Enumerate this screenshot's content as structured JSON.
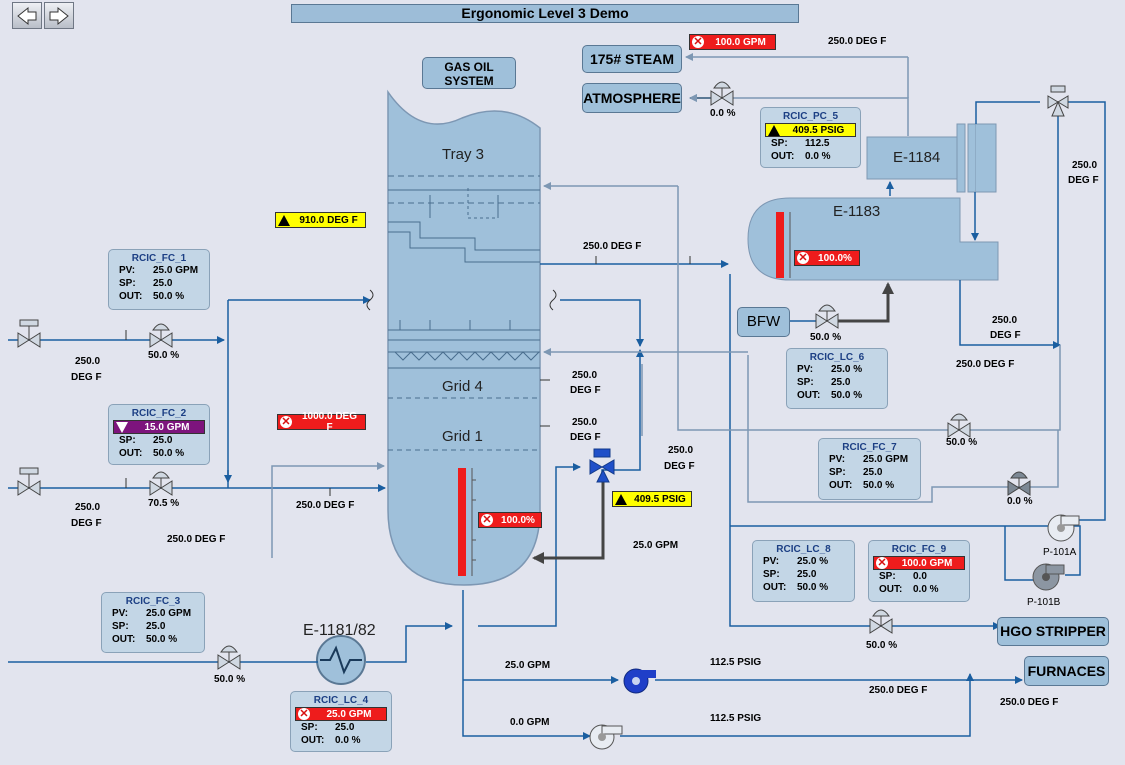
{
  "title": "Ergonomic Level 3 Demo",
  "nav": {
    "back_icon": "left-arrow-icon",
    "forward_icon": "right-arrow-icon"
  },
  "column": {
    "name": "GAS OIL SYSTEM",
    "tray3": "Tray 3",
    "grid4": "Grid 4",
    "grid1": "Grid 1"
  },
  "equipment": {
    "e1184": "E-1184",
    "e1183": "E-1183",
    "e1181": "E-1181/82",
    "bfw": "BFW",
    "p101a": "P-101A",
    "p101b": "P-101B"
  },
  "destinations": {
    "steam": "175# STEAM",
    "atmosphere": "ATMOSPHERE",
    "hgo": "HGO STRIPPER",
    "furnaces": "FURNACES"
  },
  "alarms": {
    "steam_flow": "100.0 GPM",
    "tray_temp": "910.0 DEG F",
    "grid_temp": "1000.0 DEG F",
    "column_level": "100.0%",
    "valve_psig": "409.5 PSIG",
    "e1183_level": "100.0%"
  },
  "panels": {
    "fc1": {
      "title": "RCIC_FC_1",
      "pv_k": "PV:",
      "pv": "25.0 GPM",
      "sp_k": "SP:",
      "sp": "25.0",
      "out_k": "OUT:",
      "out": "50.0 %"
    },
    "fc2": {
      "title": "RCIC_FC_2",
      "pv_alarm": "15.0 GPM",
      "sp_k": "SP:",
      "sp": "25.0",
      "out_k": "OUT:",
      "out": "50.0 %"
    },
    "fc3": {
      "title": "RCIC_FC_3",
      "pv_k": "PV:",
      "pv": "25.0 GPM",
      "sp_k": "SP:",
      "sp": "25.0",
      "out_k": "OUT:",
      "out": "50.0 %"
    },
    "lc4": {
      "title": "RCIC_LC_4",
      "pv_alarm": "25.0 GPM",
      "sp_k": "SP:",
      "sp": "25.0",
      "out_k": "OUT:",
      "out": "0.0 %"
    },
    "pc5": {
      "title": "RCIC_PC_5",
      "pv_alarm": "409.5 PSIG",
      "sp_k": "SP:",
      "sp": "112.5",
      "out_k": "OUT:",
      "out": "0.0 %"
    },
    "lc6": {
      "title": "RCIC_LC_6",
      "pv_k": "PV:",
      "pv": "25.0 %",
      "sp_k": "SP:",
      "sp": "25.0",
      "out_k": "OUT:",
      "out": "50.0 %"
    },
    "fc7": {
      "title": "RCIC_FC_7",
      "pv_k": "PV:",
      "pv": "25.0 GPM",
      "sp_k": "SP:",
      "sp": "25.0",
      "out_k": "OUT:",
      "out": "50.0 %"
    },
    "lc8": {
      "title": "RCIC_LC_8",
      "pv_k": "PV:",
      "pv": "25.0 %",
      "sp_k": "SP:",
      "sp": "25.0",
      "out_k": "OUT:",
      "out": "50.0 %"
    },
    "fc9": {
      "title": "RCIC_FC_9",
      "pv_alarm": "100.0 GPM",
      "sp_k": "SP:",
      "sp": "0.0",
      "out_k": "OUT:",
      "out": "0.0 %"
    }
  },
  "labels": {
    "t250": "250.0 DEG F",
    "t250a": "250.0",
    "t250b": "DEG F",
    "v50": "50.0 %",
    "v70": "70.5 %",
    "v0": "0.0 %",
    "gpm25": "25.0 GPM",
    "gpm0": "0.0 GPM",
    "psig": "112.5 PSIG"
  },
  "colors": {
    "pipe": "#1a5ea0",
    "column": "#9fc0da",
    "alarm_red": "#ee1c1c",
    "alarm_yellow": "#ffff00"
  }
}
